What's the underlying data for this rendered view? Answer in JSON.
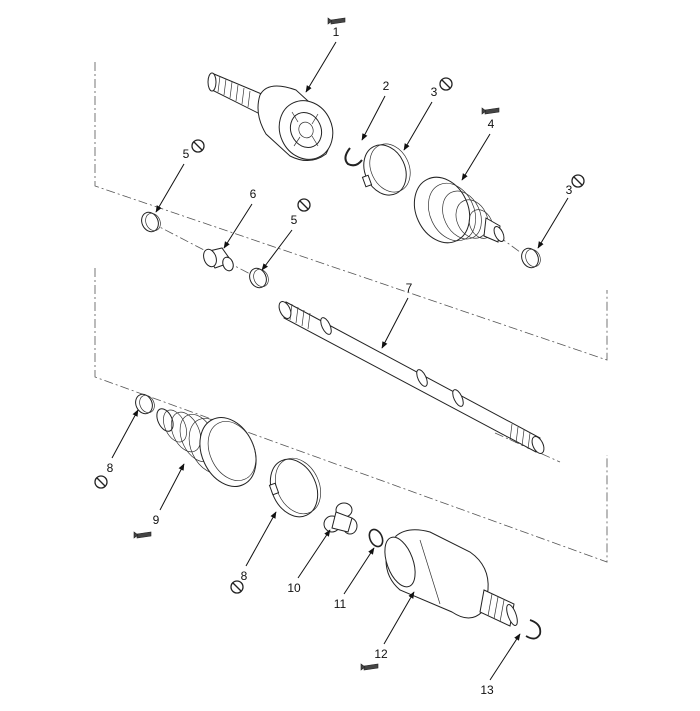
{
  "diagram": {
    "callouts": [
      {
        "id": "c1",
        "number": "1",
        "symbol": "grease-icon"
      },
      {
        "id": "c2",
        "number": "2",
        "symbol": ""
      },
      {
        "id": "c3a",
        "number": "3",
        "symbol": "no-reuse-icon"
      },
      {
        "id": "c4",
        "number": "4",
        "symbol": "grease-icon"
      },
      {
        "id": "c5a",
        "number": "5",
        "symbol": "no-reuse-icon"
      },
      {
        "id": "c6",
        "number": "6",
        "symbol": ""
      },
      {
        "id": "c5b",
        "number": "5",
        "symbol": "no-reuse-icon"
      },
      {
        "id": "c3b",
        "number": "3",
        "symbol": "no-reuse-icon"
      },
      {
        "id": "c7",
        "number": "7",
        "symbol": ""
      },
      {
        "id": "c8a",
        "number": "8",
        "symbol": "no-reuse-icon"
      },
      {
        "id": "c9",
        "number": "9",
        "symbol": "grease-icon"
      },
      {
        "id": "c8b",
        "number": "8",
        "symbol": "no-reuse-icon"
      },
      {
        "id": "c10",
        "number": "10",
        "symbol": ""
      },
      {
        "id": "c11",
        "number": "11",
        "symbol": ""
      },
      {
        "id": "c12",
        "number": "12",
        "symbol": "grease-icon"
      },
      {
        "id": "c13",
        "number": "13",
        "symbol": ""
      }
    ]
  }
}
